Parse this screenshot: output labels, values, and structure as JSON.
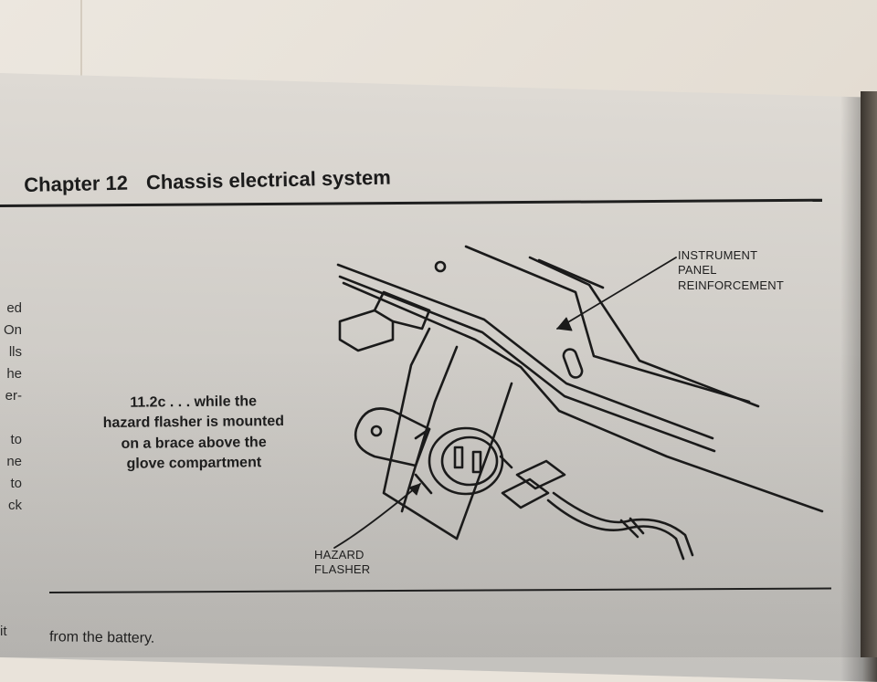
{
  "header": {
    "chapter_number": "Chapter 12",
    "chapter_title": "Chassis electrical system"
  },
  "left_fragments": [
    "ed",
    "On",
    "lls",
    "he",
    "er-",
    "to",
    "ne",
    "to",
    "ck"
  ],
  "bottom_fragment": "it",
  "caption": {
    "lines": [
      "11.2c . . . while the",
      "hazard flasher is mounted",
      "on a brace above the",
      "glove compartment"
    ]
  },
  "callouts": {
    "panel": [
      "INSTRUMENT",
      "PANEL",
      "REINFORCEMENT"
    ],
    "flasher": [
      "HAZARD",
      "FLASHER"
    ]
  },
  "body_text": "from the battery."
}
